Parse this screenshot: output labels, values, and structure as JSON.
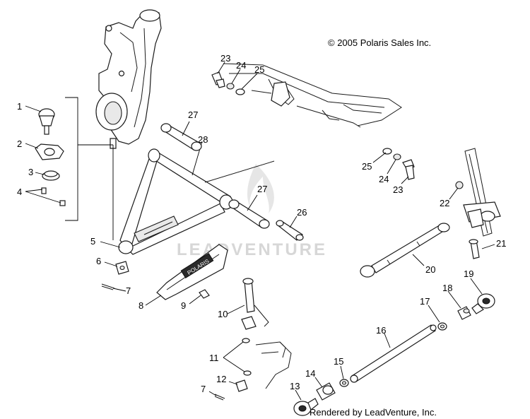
{
  "copyright": "© 2005 Polaris Sales Inc.",
  "rendered_by": "Rendered by LeadVenture, Inc.",
  "watermark": "LEADVENTURE",
  "guard_logo_text": "POLARIS",
  "callouts": {
    "c1": "1",
    "c2": "2",
    "c3": "3",
    "c4": "4",
    "c5": "5",
    "c6": "6",
    "c7a": "7",
    "c7b": "7",
    "c8": "8",
    "c9": "9",
    "c10": "10",
    "c11": "11",
    "c12": "12",
    "c13": "13",
    "c14": "14",
    "c15": "15",
    "c16": "16",
    "c17": "17",
    "c18": "18",
    "c19": "19",
    "c20": "20",
    "c21": "21",
    "c22": "22",
    "c23a": "23",
    "c24a": "24",
    "c25a": "25",
    "c23b": "23",
    "c24b": "24",
    "c25b": "25",
    "c26": "26",
    "c27a": "27",
    "c27b": "27",
    "c28": "28"
  }
}
